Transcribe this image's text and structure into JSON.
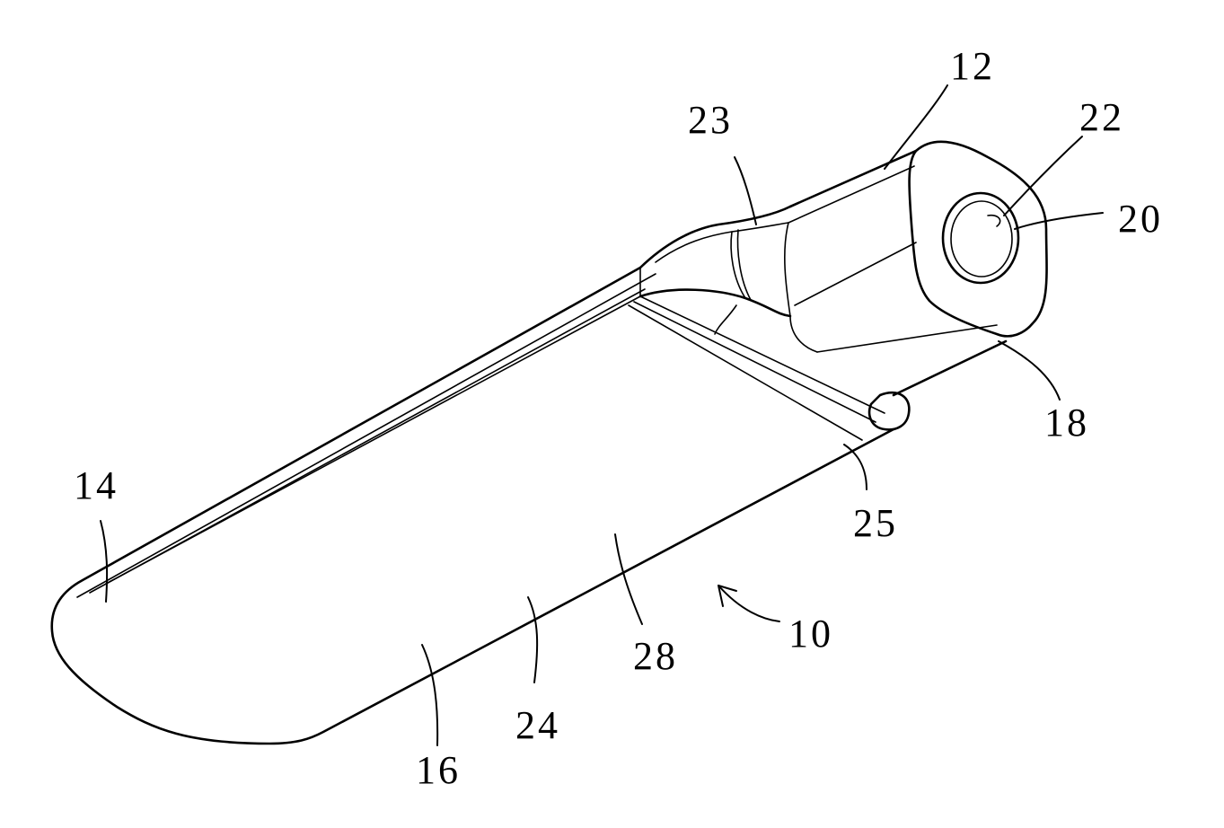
{
  "figure": {
    "reference_numerals": {
      "r10": "10",
      "r12": "12",
      "r14": "14",
      "r16": "16",
      "r18": "18",
      "r20": "20",
      "r22": "22",
      "r23": "23",
      "r24": "24",
      "r25": "25",
      "r28": "28"
    }
  }
}
